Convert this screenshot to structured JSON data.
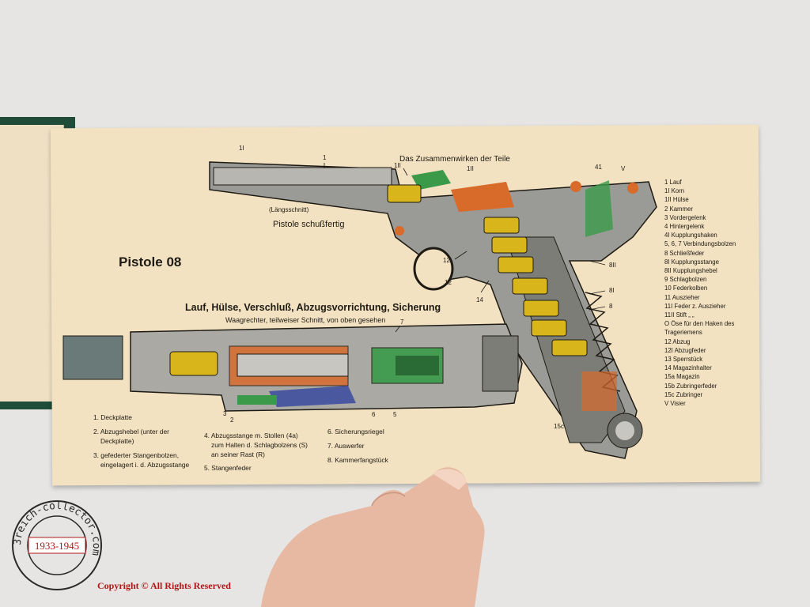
{
  "sheet": {
    "title": "Pistole 08",
    "subtitle": "Lauf, Hülse, Verschluß, Abzugsvorrichtung, Sicherung",
    "subtitle2": "Waagrechter, teilweiser Schnitt, von oben gesehen",
    "top_caption": "Das Zusammenwirken der Teile",
    "top_state": "Pistole schußfertig",
    "top_section": "(Längsschnitt)"
  },
  "legend": [
    "1  Lauf",
    "1I  Korn",
    "1II  Hülse",
    "2  Kammer",
    "3  Vordergelenk",
    "4  Hintergelenk",
    "4I  Kupplungshaken",
    "5, 6, 7  Verbindungsbolzen",
    "8  Schließfeder",
    "8I  Kupplungsstange",
    "8II  Kupplungshebel",
    "9  Schlagbolzen",
    "10  Federkolben",
    "11  Auszieher",
    "11I  Feder z. Auszieher",
    "11II  Stift   „    „",
    "O  Öse für den Haken des",
    "     Trageriemens",
    "12  Abzug",
    "12I  Abzugfeder",
    "13  Sperrstück",
    "14  Magazinhalter",
    "15a  Magazin",
    "15b  Zubringerfeder",
    "15c  Zubringer",
    "V  Visier"
  ],
  "bottom_legend": {
    "col1": [
      "1. Deckplatte",
      "2. Abzugshebel (unter der",
      "Deckplatte)",
      "3. gefederter Stangenbolzen,",
      "eingelagert i. d. Abzugsstange"
    ],
    "col2": [
      "4. Abzugsstange m. Stollen (4a)",
      "zum Halten d. Schlagbolzens (S)",
      "an seiner Rast (R)",
      "5. Stangenfeder"
    ],
    "col3": [
      "6. Sicherungsriegel",
      "7. Auswerfer",
      "8. Kammerfangstück"
    ]
  },
  "callouts": [
    "1I",
    "1",
    "1II",
    "1II",
    "12I",
    "12",
    "14",
    "8II",
    "8I",
    "8",
    "15c",
    "41",
    "V",
    "7",
    "3",
    "2",
    "6",
    "5"
  ],
  "watermark": {
    "site": "3reich-collector.com",
    "years": "1933-1945",
    "copyright": "Copyright © All Rights Reserved"
  },
  "colors": {
    "paper": "#f3e2c1",
    "ink": "#1e1a14",
    "cartridge": "#d8b51a",
    "orange": "#d86a2a",
    "green": "#3a9a4a",
    "blue": "#3a4aa0",
    "gray": "#8a8a8a",
    "watermark_red": "#b01818"
  }
}
